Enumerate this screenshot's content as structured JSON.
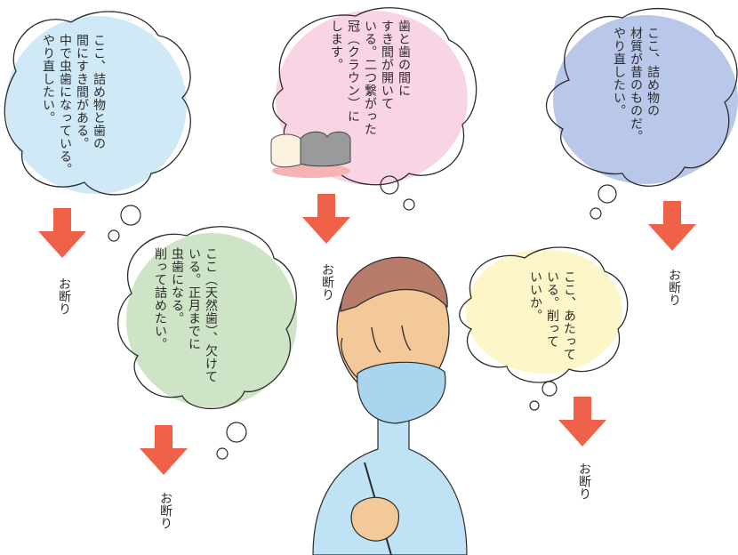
{
  "colors": {
    "bubble_blue": "#cfe9f7",
    "bubble_pink": "#f9d4e4",
    "bubble_lavender": "#b9c8e8",
    "bubble_green": "#cde4c6",
    "bubble_yellow": "#fdf6c9",
    "arrow": "#f0614a",
    "skin": "#f3c99a",
    "hair": "#b87c6a",
    "mask": "#a9d6ee",
    "gown": "#bfe2f4"
  },
  "bubbles": [
    {
      "id": "bubble-1",
      "text": "ここ、詰め物と歯の\n間にすき間がある。\n中で虫歯になっている。\nやり直したい。"
    },
    {
      "id": "bubble-2",
      "text": "歯と歯の間に\nすき間が開いて\nいる。二つ繋がった\n冠（クラウン）に\nします。"
    },
    {
      "id": "bubble-3",
      "text": "ここ、詰め物の\n材質が昔のものだ。\nやり直したい。"
    },
    {
      "id": "bubble-4",
      "text": "ここ（天然歯）、欠けて\nいる。正月までに\n虫歯になる。\n削って詰めたい。"
    },
    {
      "id": "bubble-5",
      "text": "ここ、あたって\nいる。削って\nいいか。"
    }
  ],
  "reply_label": "お断り"
}
